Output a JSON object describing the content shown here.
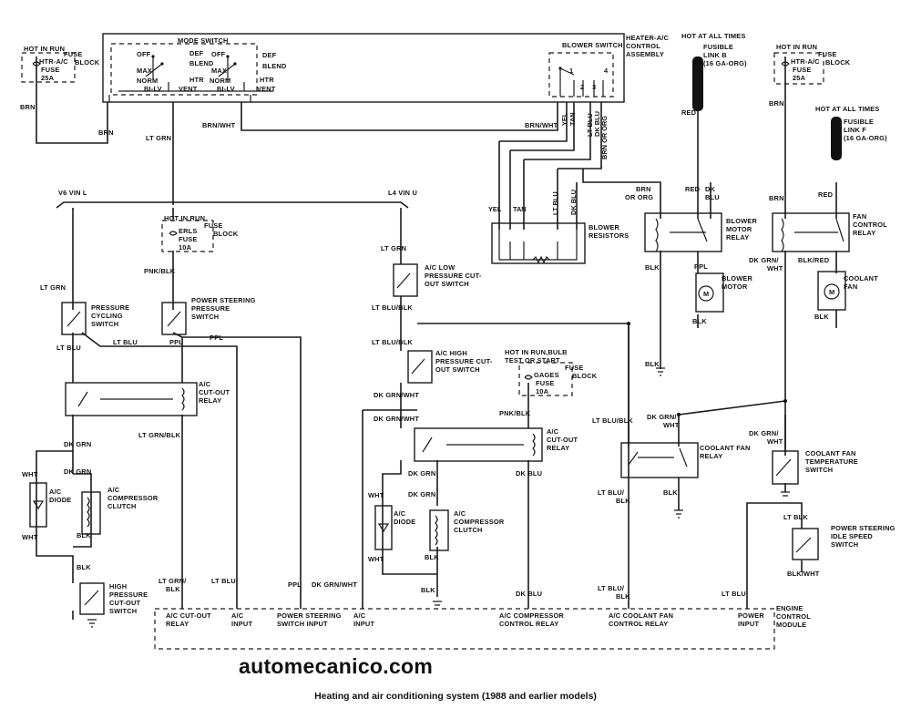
{
  "brand": "automecanico.com",
  "caption": "Heating and air conditioning system (1988 and earlier models)",
  "fuse_blocks": {
    "htr_ac_left": [
      "HOT IN RUN",
      "FUSE",
      "BLOCK",
      "HTR-A/C",
      "FUSE",
      "25A"
    ],
    "erls": [
      "HOT IN RUN",
      "FUSE",
      "BLOCK",
      "ERLS",
      "FUSE",
      "10A"
    ],
    "gages": [
      "HOT IN RUN,BULB",
      "TEST OR START",
      "FUSE",
      "BLOCK",
      "GAGES",
      "FUSE",
      "10A"
    ],
    "htr_ac_right": [
      "HOT IN RUN",
      "FUSE",
      "BLOCK",
      "HTR-A/C",
      "FUSE",
      "25A"
    ]
  },
  "control_assembly": {
    "title": [
      "HEATER-A/C",
      "CONTROL",
      "ASSEMBLY"
    ],
    "mode_switch": "MODE SWITCH",
    "blower_switch": "BLOWER SWITCH",
    "positions": [
      "OFF",
      "DEF",
      "BLEND",
      "MAX",
      "NORM",
      "BI-LV",
      "HTR",
      "VENT",
      "OFF",
      "DEF",
      "BLEND",
      "MAX",
      "NORM",
      "BI-LV",
      "HTR",
      "VENT"
    ],
    "blower_positions": [
      "1",
      "2",
      "3",
      "4"
    ]
  },
  "fusible_links": {
    "b": [
      "HOT AT ALL TIMES",
      "FUSIBLE",
      "LINK B",
      "(16 GA-ORG)"
    ],
    "f": [
      "HOT AT ALL TIMES",
      "FUSIBLE",
      "LINK F",
      "(16 GA-ORG)"
    ]
  },
  "components": {
    "pressure_cycling": [
      "PRESSURE",
      "CYCLING",
      "SWITCH"
    ],
    "ps_pressure": [
      "POWER STEERING",
      "PRESSURE",
      "SWITCH"
    ],
    "ac_cutout_v6": [
      "A/C",
      "CUT-OUT",
      "RELAY"
    ],
    "ac_diode_v6": [
      "A/C",
      "DIODE"
    ],
    "ac_clutch_v6": [
      "A/C",
      "COMPRESSOR",
      "CLUTCH"
    ],
    "high_press_v6": [
      "HIGH",
      "PRESSURE",
      "CUT-OUT",
      "SWITCH"
    ],
    "low_press_l4": [
      "A/C LOW",
      "PRESSURE CUT-",
      "OUT SWITCH"
    ],
    "high_press_l4": [
      "A/C HIGH",
      "PRESSURE CUT-",
      "OUT SWITCH"
    ],
    "ac_cutout_l4": [
      "A/C",
      "CUT-OUT",
      "RELAY"
    ],
    "ac_diode_l4": [
      "A/C",
      "DIODE"
    ],
    "ac_clutch_l4": [
      "A/C",
      "COMPRESSOR",
      "CLUTCH"
    ],
    "blower_resistors": [
      "BLOWER",
      "RESISTORS"
    ],
    "blower_relay": [
      "BLOWER",
      "MOTOR",
      "RELAY"
    ],
    "blower_motor": [
      "BLOWER",
      "MOTOR"
    ],
    "fan_relay": [
      "FAN",
      "CONTROL",
      "RELAY"
    ],
    "coolant_fan": [
      "COOLANT",
      "FAN"
    ],
    "coolant_fan_relay": [
      "COOLANT FAN",
      "RELAY"
    ],
    "coolant_temp_switch": [
      "COOLANT FAN",
      "TEMPERATURE",
      "SWITCH"
    ],
    "ps_idle_switch": [
      "POWER STEERING",
      "IDLE SPEED",
      "SWITCH"
    ],
    "motor_symbol": "M"
  },
  "sections": {
    "v6": "V6 VIN L",
    "l4": "L4 VIN U"
  },
  "wire_labels": {
    "brn": "BRN",
    "lt_grn": "LT GRN",
    "brn_wht": "BRN/WHT",
    "yel": "YEL",
    "tan": "TAN",
    "lt_blu": "LT BLU",
    "dk_blu": "DK BLU",
    "brn_or_org": "BRN OR ORG",
    "red": "RED",
    "pnk_blk": "PNK/BLK",
    "ppl": "PPL",
    "lt_grn_blk": "LT GRN/BLK",
    "dk_grn": "DK GRN",
    "wht": "WHT",
    "blk": "BLK",
    "lt_blu_blk": "LT BLU/BLK",
    "dk_grn_wht": "DK GRN/WHT",
    "dk_grn_wht_split": [
      "DK GRN/",
      "WHT"
    ],
    "dk_blu_v": "DK BLU",
    "lt_blu_blk_split": [
      "LT BLU/",
      "BLK"
    ],
    "brn_or_org_split": [
      "BRN",
      "OR ORG"
    ],
    "dk_blu_split": [
      "DK",
      "BLU"
    ],
    "blk_red": "BLK/RED",
    "lt_blk": "LT BLK",
    "blk_wht": "BLK/WHT",
    "lt_grn_blk_split": [
      "LT GRN/",
      "BLK"
    ]
  },
  "ecm": {
    "title": [
      "ENGINE",
      "CONTROL",
      "MODULE"
    ],
    "inputs": [
      [
        "A/C CUT-OUT",
        "RELAY"
      ],
      [
        "A/C",
        "INPUT"
      ],
      [
        "POWER STEERING",
        "SWITCH INPUT"
      ],
      [
        "A/C",
        "INPUT"
      ],
      [
        "A/C COMPRESSOR",
        "CONTROL RELAY"
      ],
      [
        "A/C COOLANT FAN",
        "CONTROL RELAY"
      ],
      [
        "POWER",
        "INPUT"
      ]
    ]
  }
}
